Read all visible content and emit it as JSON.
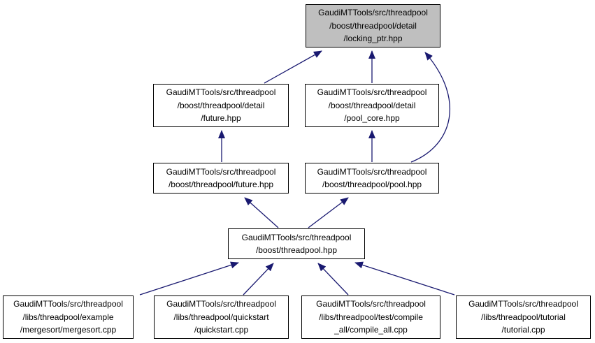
{
  "diagram": {
    "type": "include-dependency-graph",
    "tool_style": "doxygen-graphviz",
    "colors": {
      "highlight_fill": "#bfbfbf",
      "node_fill": "#ffffff",
      "node_border": "#000000",
      "edge_color": "#191970",
      "text": "#000000"
    },
    "nodes": [
      {
        "id": "locking_ptr",
        "label": "GaudiMTTools/src/threadpool\n/boost/threadpool/detail\n/locking_ptr.hpp",
        "highlighted": true
      },
      {
        "id": "detail_future",
        "label": "GaudiMTTools/src/threadpool\n/boost/threadpool/detail\n/future.hpp",
        "highlighted": false
      },
      {
        "id": "detail_pool_core",
        "label": "GaudiMTTools/src/threadpool\n/boost/threadpool/detail\n/pool_core.hpp",
        "highlighted": false
      },
      {
        "id": "future",
        "label": "GaudiMTTools/src/threadpool\n/boost/threadpool/future.hpp",
        "highlighted": false
      },
      {
        "id": "pool",
        "label": "GaudiMTTools/src/threadpool\n/boost/threadpool/pool.hpp",
        "highlighted": false
      },
      {
        "id": "threadpool",
        "label": "GaudiMTTools/src/threadpool\n/boost/threadpool.hpp",
        "highlighted": false
      },
      {
        "id": "mergesort",
        "label": "GaudiMTTools/src/threadpool\n/libs/threadpool/example\n/mergesort/mergesort.cpp",
        "highlighted": false
      },
      {
        "id": "quickstart",
        "label": "GaudiMTTools/src/threadpool\n/libs/threadpool/quickstart\n/quickstart.cpp",
        "highlighted": false
      },
      {
        "id": "compile_all",
        "label": "GaudiMTTools/src/threadpool\n/libs/threadpool/test/compile\n_all/compile_all.cpp",
        "highlighted": false
      },
      {
        "id": "tutorial",
        "label": "GaudiMTTools/src/threadpool\n/libs/threadpool/tutorial\n/tutorial.cpp",
        "highlighted": false
      }
    ],
    "edges": [
      {
        "from": "detail_future",
        "to": "locking_ptr"
      },
      {
        "from": "detail_pool_core",
        "to": "locking_ptr"
      },
      {
        "from": "future",
        "to": "detail_future"
      },
      {
        "from": "pool",
        "to": "detail_pool_core"
      },
      {
        "from": "pool",
        "to": "locking_ptr"
      },
      {
        "from": "threadpool",
        "to": "future"
      },
      {
        "from": "threadpool",
        "to": "pool"
      },
      {
        "from": "mergesort",
        "to": "threadpool"
      },
      {
        "from": "quickstart",
        "to": "threadpool"
      },
      {
        "from": "compile_all",
        "to": "threadpool"
      },
      {
        "from": "tutorial",
        "to": "threadpool"
      }
    ]
  }
}
